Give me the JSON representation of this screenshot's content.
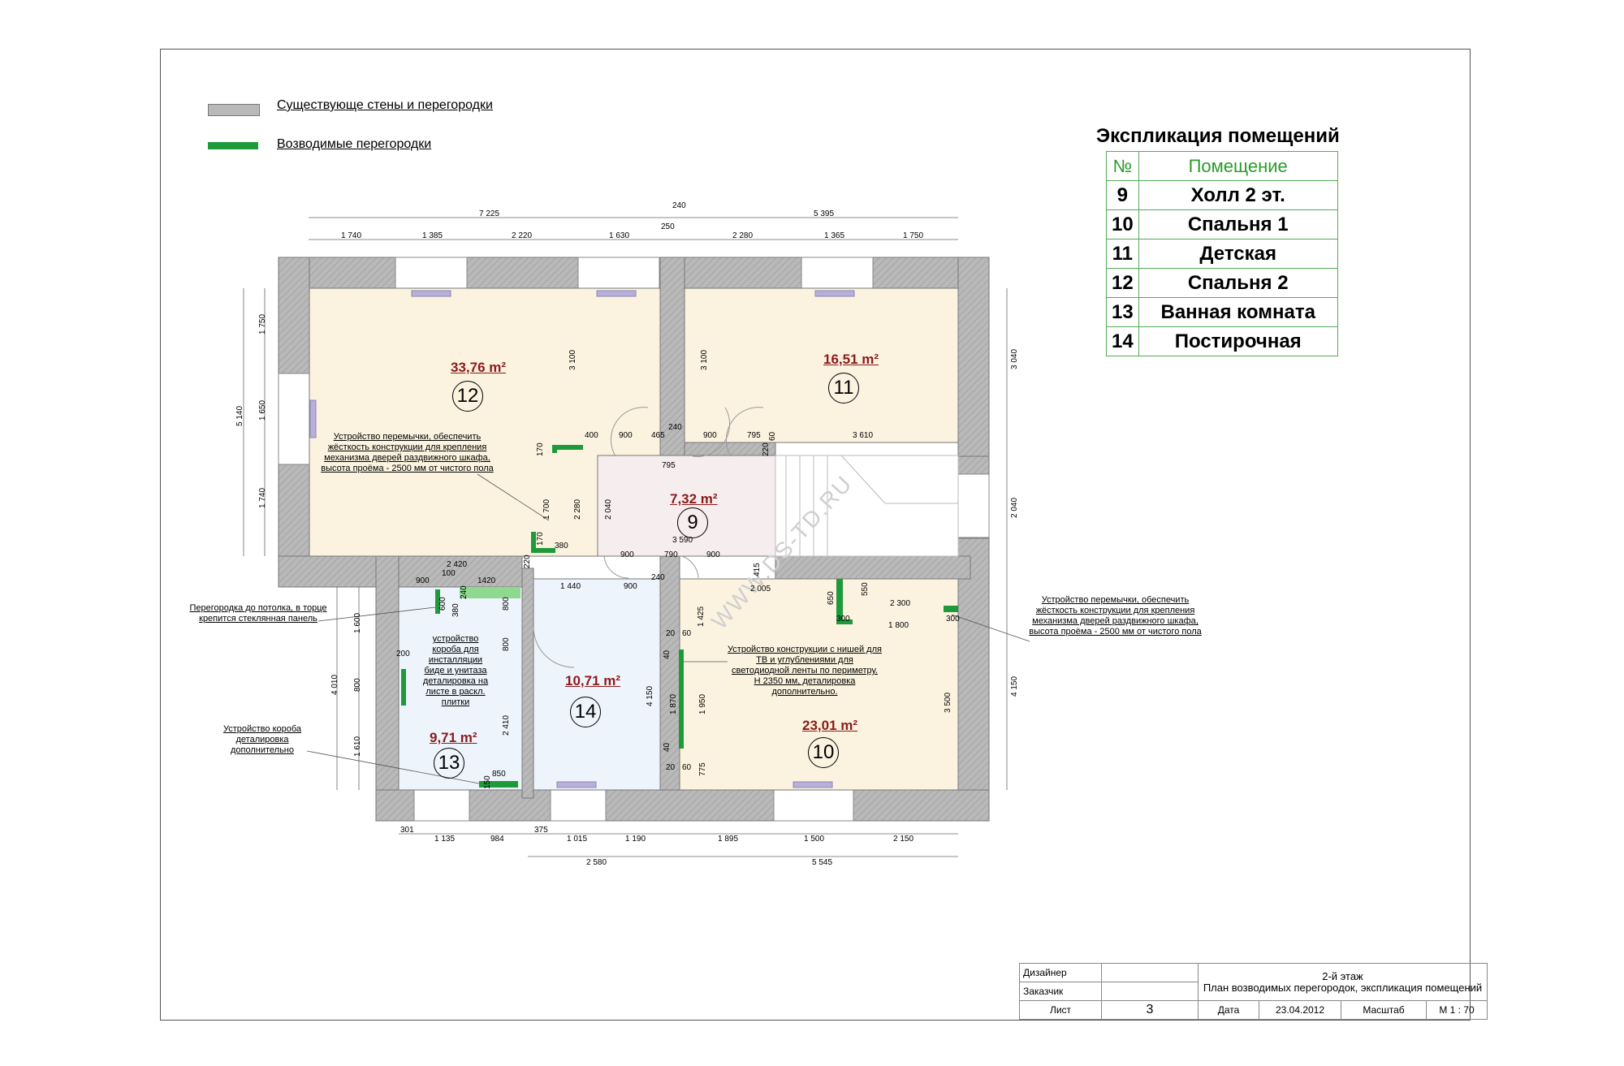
{
  "legend": {
    "existing": "Существующе стены и перегородки",
    "new": "Возводимые перегородки"
  },
  "explication": {
    "title": "Экспликация помещений",
    "header": [
      "№",
      "Помещение"
    ],
    "rows": [
      {
        "num": "9",
        "name": "Холл 2 эт."
      },
      {
        "num": "10",
        "name": "Спальня  1"
      },
      {
        "num": "11",
        "name": "Детская"
      },
      {
        "num": "12",
        "name": "Спальня 2"
      },
      {
        "num": "13",
        "name": "Ванная комната"
      },
      {
        "num": "14",
        "name": "Постирочная"
      }
    ]
  },
  "rooms": {
    "r12": {
      "area": "33,76 m²",
      "num": "12"
    },
    "r11": {
      "area": "16,51 m²",
      "num": "11"
    },
    "r9": {
      "area": "7,32 m²",
      "num": "9"
    },
    "r14": {
      "area": "10,71 m²",
      "num": "14"
    },
    "r13": {
      "area": "9,71 m²",
      "num": "13"
    },
    "r10": {
      "area": "23,01 m²",
      "num": "10"
    }
  },
  "notes": {
    "lintel_left": "Устройство перемычки, обеспечить жёсткость конструкции для  крепления механизма дверей раздвижного шкафа, высота проёма - 2500 мм от чистого пола",
    "lintel_right": "Устройство перемычки, обеспечить жёсткость конструкции для  крепления механизма дверей раздвижного шкафа, высота проёма - 2500 мм от чистого пола",
    "partition": "Перегородка до потолка,  в торце крепится стеклянная панель",
    "box": "Устройство короба деталировка дополнительно",
    "bidet": "устройство короба для инсталляции биде и унитаза деталировка на листе в раскл. плитки",
    "tv": "Устройство конструкции с нишей для ТВ и углублениями для светодиодной ленты по периметру. Н 2350 мм, деталировка  дополнительно."
  },
  "dims": {
    "top_total_left": "7 225",
    "top_mid": "240",
    "top_total_right": "5 395",
    "top_250": "250",
    "top": [
      "1 740",
      "1 385",
      "2 220",
      "1 630",
      "2 280",
      "1 365",
      "1 750"
    ],
    "bottom": [
      "301",
      "1 135",
      "984",
      "375",
      "1 015",
      "1 190",
      "1 895",
      "1 500",
      "2 150"
    ],
    "bottom_totals": [
      "2 580",
      "5 545"
    ],
    "left": [
      "1 750",
      "1 650",
      "1 740"
    ],
    "left_total": "5 140",
    "left_lower": [
      "1 600",
      "800",
      "1 610"
    ],
    "left_lower_total": "4 010",
    "right": [
      "3 040",
      "2 040",
      "4 150"
    ],
    "inner": [
      "3 100",
      "3 100",
      "400",
      "900",
      "465",
      "240",
      "900",
      "795",
      "3 610",
      "220",
      "60",
      "795",
      "170",
      "1 700",
      "2 280",
      "2 040",
      "170",
      "220",
      "380",
      "3 590",
      "900",
      "790",
      "900",
      "415",
      "2 420",
      "100",
      "900",
      "1420",
      "240",
      "1 440",
      "900",
      "2 005",
      "650",
      "550",
      "2 300",
      "300",
      "1 800",
      "300",
      "1 425",
      "20",
      "60",
      "40",
      "1 870",
      "1 950",
      "3 500",
      "40",
      "20",
      "60",
      "775",
      "800",
      "800",
      "2 410",
      "200",
      "380",
      "240",
      "600",
      "850",
      "150",
      "4 150"
    ]
  },
  "watermark": "WWW.DS-TD.RU",
  "title_block": {
    "designer_label": "Дизайнер",
    "customer_label": "Заказчик",
    "sheet_label": "Лист",
    "sheet_value": "3",
    "title_line1": "2-й этаж",
    "title_line2": "План возводимых перегородок, экспликация помещений",
    "date_label": "Дата",
    "date_value": "23.04.2012",
    "scale_label": "Масштаб",
    "scale_value": "М 1 : 70"
  },
  "colors": {
    "wall": "#b9b9b9",
    "new_partition": "#1f9a3a",
    "room_cream": "#fbf3e0",
    "room_pink": "#f6eeee",
    "room_blue": "#eef4fb"
  }
}
